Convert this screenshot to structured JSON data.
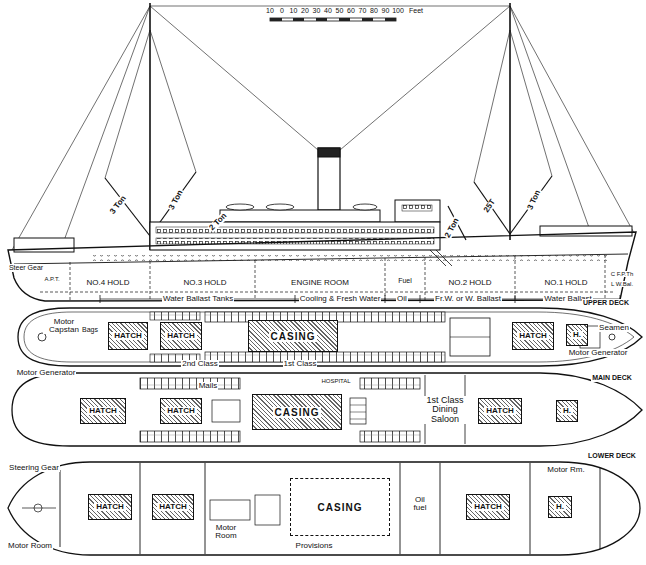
{
  "diagram": {
    "nodes": [
      {
        "text": [
          "HATCH"
        ]
      },
      {
        "text": [
          "HATCH"
        ]
      },
      {
        "text": [
          "CASING"
        ]
      },
      {
        "text": [
          "HATCH"
        ]
      },
      {
        "text": [
          "H."
        ]
      },
      {
        "text": [
          "HATCH"
        ]
      },
      {
        "text": [
          "HATCH"
        ]
      },
      {
        "text": [
          "CASING"
        ]
      },
      {
        "text": [
          "HATCH"
        ]
      },
      {
        "text": [
          "H."
        ]
      },
      {
        "text": [
          "HATCH"
        ]
      },
      {
        "text": [
          "HATCH"
        ]
      },
      {
        "text": [
          "CASING"
        ]
      },
      {
        "text": [
          "HATCH"
        ]
      },
      {
        "text": [
          "H."
        ]
      }
    ],
    "labels": [
      "10",
      "0",
      "10",
      "20",
      "30",
      "40",
      "50",
      "60",
      "70",
      "80",
      "90",
      "100",
      "Feet",
      "3 Ton",
      "3 Ton",
      "2 Ton",
      "2 Ton",
      "25T",
      "3 Ton",
      "Steer Gear",
      "A.P.T.",
      "NO.4 HOLD",
      "NO.3 HOLD",
      "ENGINE ROOM",
      "Fuel",
      "NO.2 HOLD",
      "NO.1 HOLD",
      "C F.P.Th",
      "L W.Bal.",
      "Water Ballast Tanks",
      "Cooling & Fresh Water",
      "Oil",
      "Fr.W. or W. Ballast",
      "Water Ballast",
      "UPPER DECK",
      "Motor Capstan",
      "Bags",
      "Seamen",
      "Motor Generator",
      "2nd Class",
      "1st Class",
      "MAIN DECK",
      "Motor Generator",
      "Mails",
      "HOSPITAL",
      "1st Class Dining Saloon",
      "LOWER DECK",
      "Steering Gear",
      "Motor Rm.",
      "Oil fuel",
      "Motor Room",
      "Motor Room",
      "Provisions"
    ]
  }
}
